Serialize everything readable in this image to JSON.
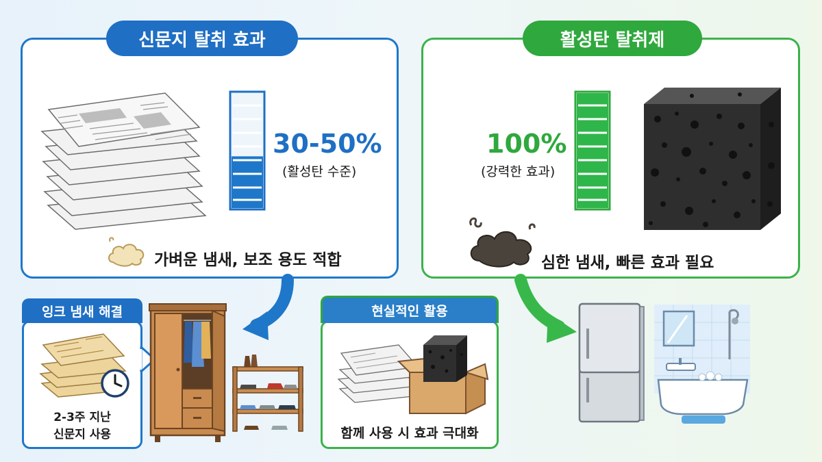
{
  "newspaper": {
    "title": "신문지 탈취 효과",
    "percent": "30-50%",
    "sub": "(활성탄 수준)",
    "note": "가벼운 냄새, 보조 용도 적합",
    "level": 0.45
  },
  "charcoal": {
    "title": "활성탄 탈취제",
    "percent": "100%",
    "sub": "(강력한 효과)",
    "note": "심한 냄새, 빠른 효과 필요",
    "level": 1.0
  },
  "ink": {
    "title": "잉크 냄새 해결",
    "line1": "2-3주 지난",
    "line2": "신문지 사용"
  },
  "practical": {
    "title": "현실적인 활용",
    "note": "함께 사용 시 효과 극대화"
  },
  "colors": {
    "blue": "#1f6fc4",
    "green": "#2fa83d",
    "charcoal": "#2b2b2b"
  }
}
